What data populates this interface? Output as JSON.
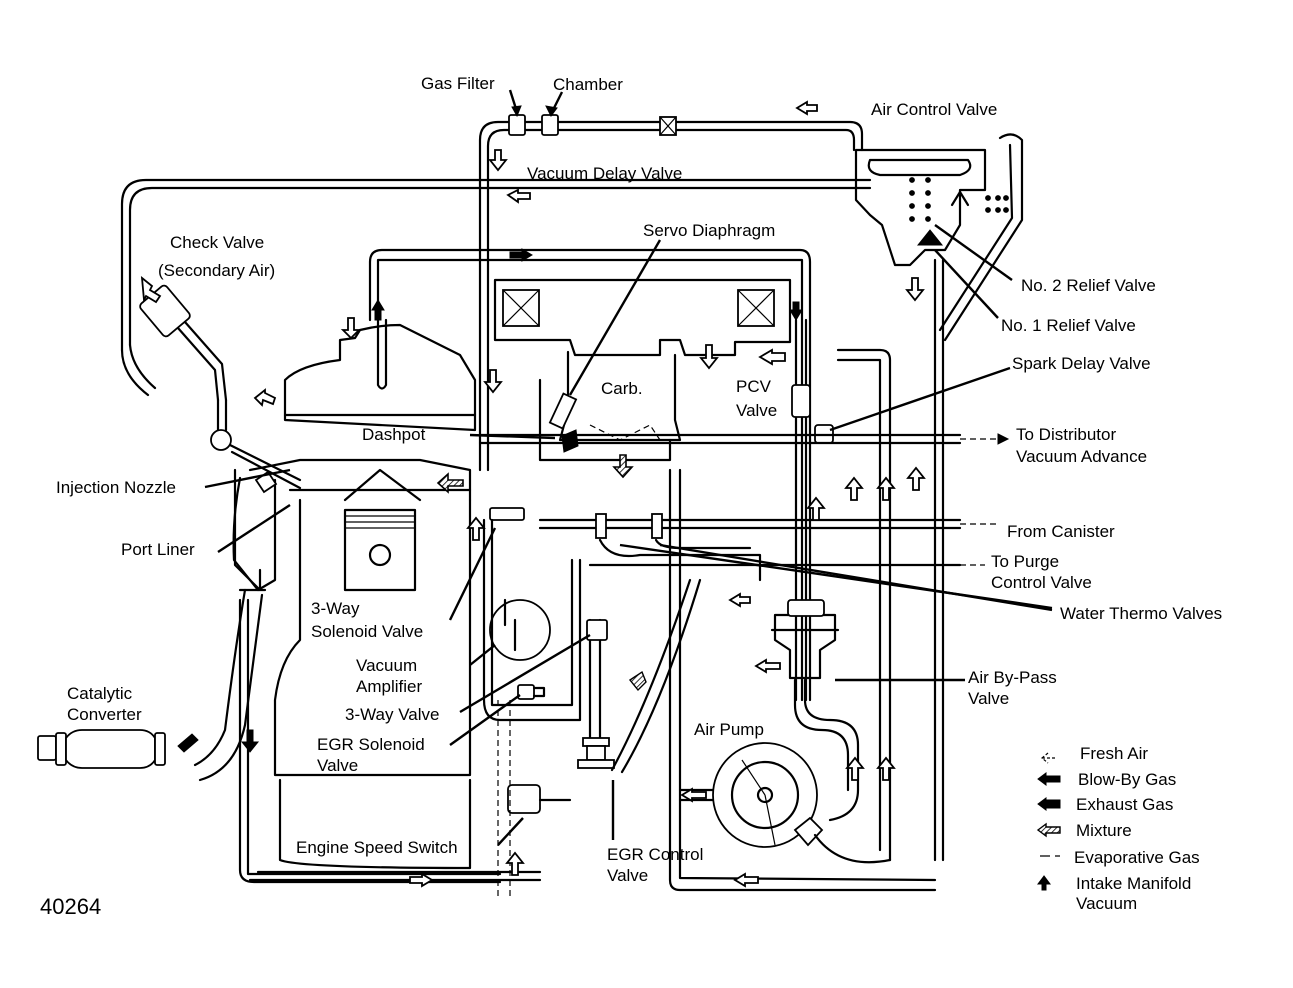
{
  "figure": {
    "number": "40264",
    "subject": "Emission control system vacuum and air routing diagram"
  },
  "labels": {
    "gas_filter": "Gas Filter",
    "chamber": "Chamber",
    "air_control_valve": "Air Control Valve",
    "vacuum_delay_valve": "Vacuum Delay Valve",
    "check_valve_1": "Check Valve",
    "check_valve_2": "(Secondary Air)",
    "servo_diaphragm": "Servo Diaphragm",
    "no2_relief_valve": "No. 2 Relief Valve",
    "no1_relief_valve": "No. 1 Relief Valve",
    "spark_delay_valve": "Spark Delay Valve",
    "carb": "Carb.",
    "pcv_valve_1": "PCV",
    "pcv_valve_2": "Valve",
    "dashpot": "Dashpot",
    "to_distributor_1": "To Distributor",
    "to_distributor_2": "Vacuum Advance",
    "injection_nozzle": "Injection Nozzle",
    "port_liner": "Port Liner",
    "from_canister": "From Canister",
    "to_purge_1": "To Purge",
    "to_purge_2": "Control Valve",
    "water_thermo_valves": "Water Thermo Valves",
    "three_way_solenoid_1": "3-Way",
    "three_way_solenoid_2": "Solenoid Valve",
    "vacuum_amplifier_1": "Vacuum",
    "vacuum_amplifier_2": "Amplifier",
    "three_way_valve": "3-Way Valve",
    "egr_solenoid_1": "EGR Solenoid",
    "egr_solenoid_2": "Valve",
    "air_bypass_1": "Air By-Pass",
    "air_bypass_2": "Valve",
    "catalytic_1": "Catalytic",
    "catalytic_2": "Converter",
    "air_pump": "Air Pump",
    "engine_speed_switch": "Engine Speed Switch",
    "egr_control_1": "EGR Control",
    "egr_control_2": "Valve"
  },
  "legend": {
    "items": [
      {
        "icon": "hollow-arrow-icon",
        "label": "Fresh Air"
      },
      {
        "icon": "solid-arrow-icon",
        "label": "Blow-By Gas"
      },
      {
        "icon": "solid-arrow-icon",
        "label": "Exhaust Gas"
      },
      {
        "icon": "hatched-arrow-icon",
        "label": "Mixture"
      },
      {
        "icon": "dashed-line-icon",
        "label": "Evaporative Gas"
      },
      {
        "icon": "small-solid-arrow-icon",
        "label": "Intake Manifold"
      }
    ],
    "last_line": "Vacuum"
  }
}
